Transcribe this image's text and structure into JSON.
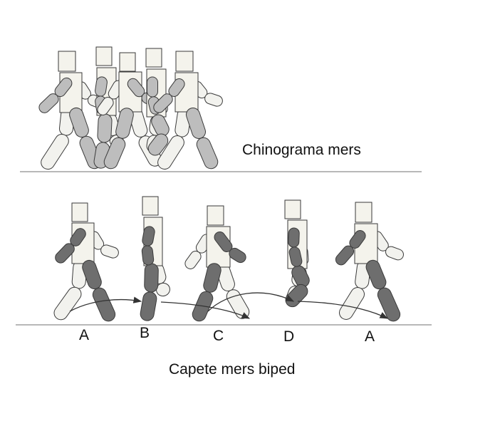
{
  "colors": {
    "background": "#ffffff",
    "near_limb": "#6e6e6e",
    "far_limb": "#f2f2ee",
    "overlay_limb": "#bdbdbd",
    "body": "#f4f3ec",
    "outline": "#3a3a3a",
    "ground": "#b8b8b8"
  },
  "top": {
    "caption": "Chinograma mers"
  },
  "bottom": {
    "caption": "Capete mers biped",
    "keys": [
      "A",
      "B",
      "C",
      "D",
      "A"
    ]
  }
}
